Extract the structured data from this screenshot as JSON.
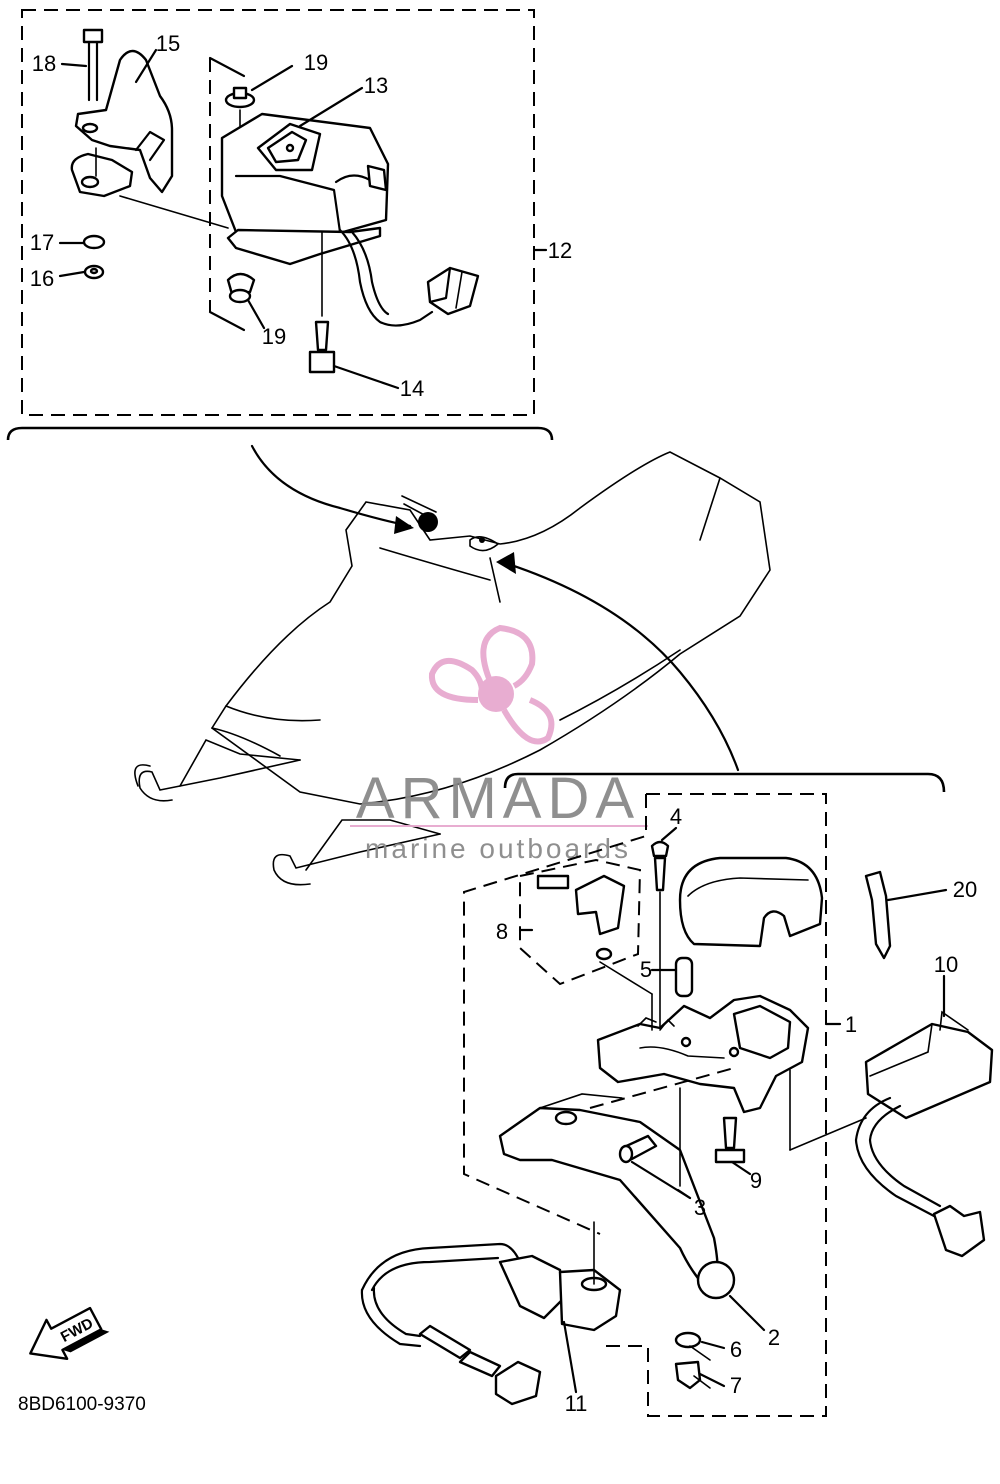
{
  "callouts": {
    "c1": "1",
    "c2": "2",
    "c3": "3",
    "c4": "4",
    "c5": "5",
    "c6": "6",
    "c7": "7",
    "c8": "8",
    "c9": "9",
    "c10": "10",
    "c11": "11",
    "c12": "12",
    "c13": "13",
    "c14": "14",
    "c15": "15",
    "c16": "16",
    "c17": "17",
    "c18": "18",
    "c19a": "19",
    "c19b": "19",
    "c20": "20"
  },
  "drawing_code": "8BD6100-9370",
  "fwd_label": "FWD",
  "watermark": {
    "name": "ARMADA",
    "tagline": "marine outboards",
    "color_gray": "#8a8a8a",
    "color_pink": "#e7a9cf"
  },
  "icons": [
    "propeller-logo-icon",
    "fwd-arrow-icon"
  ]
}
